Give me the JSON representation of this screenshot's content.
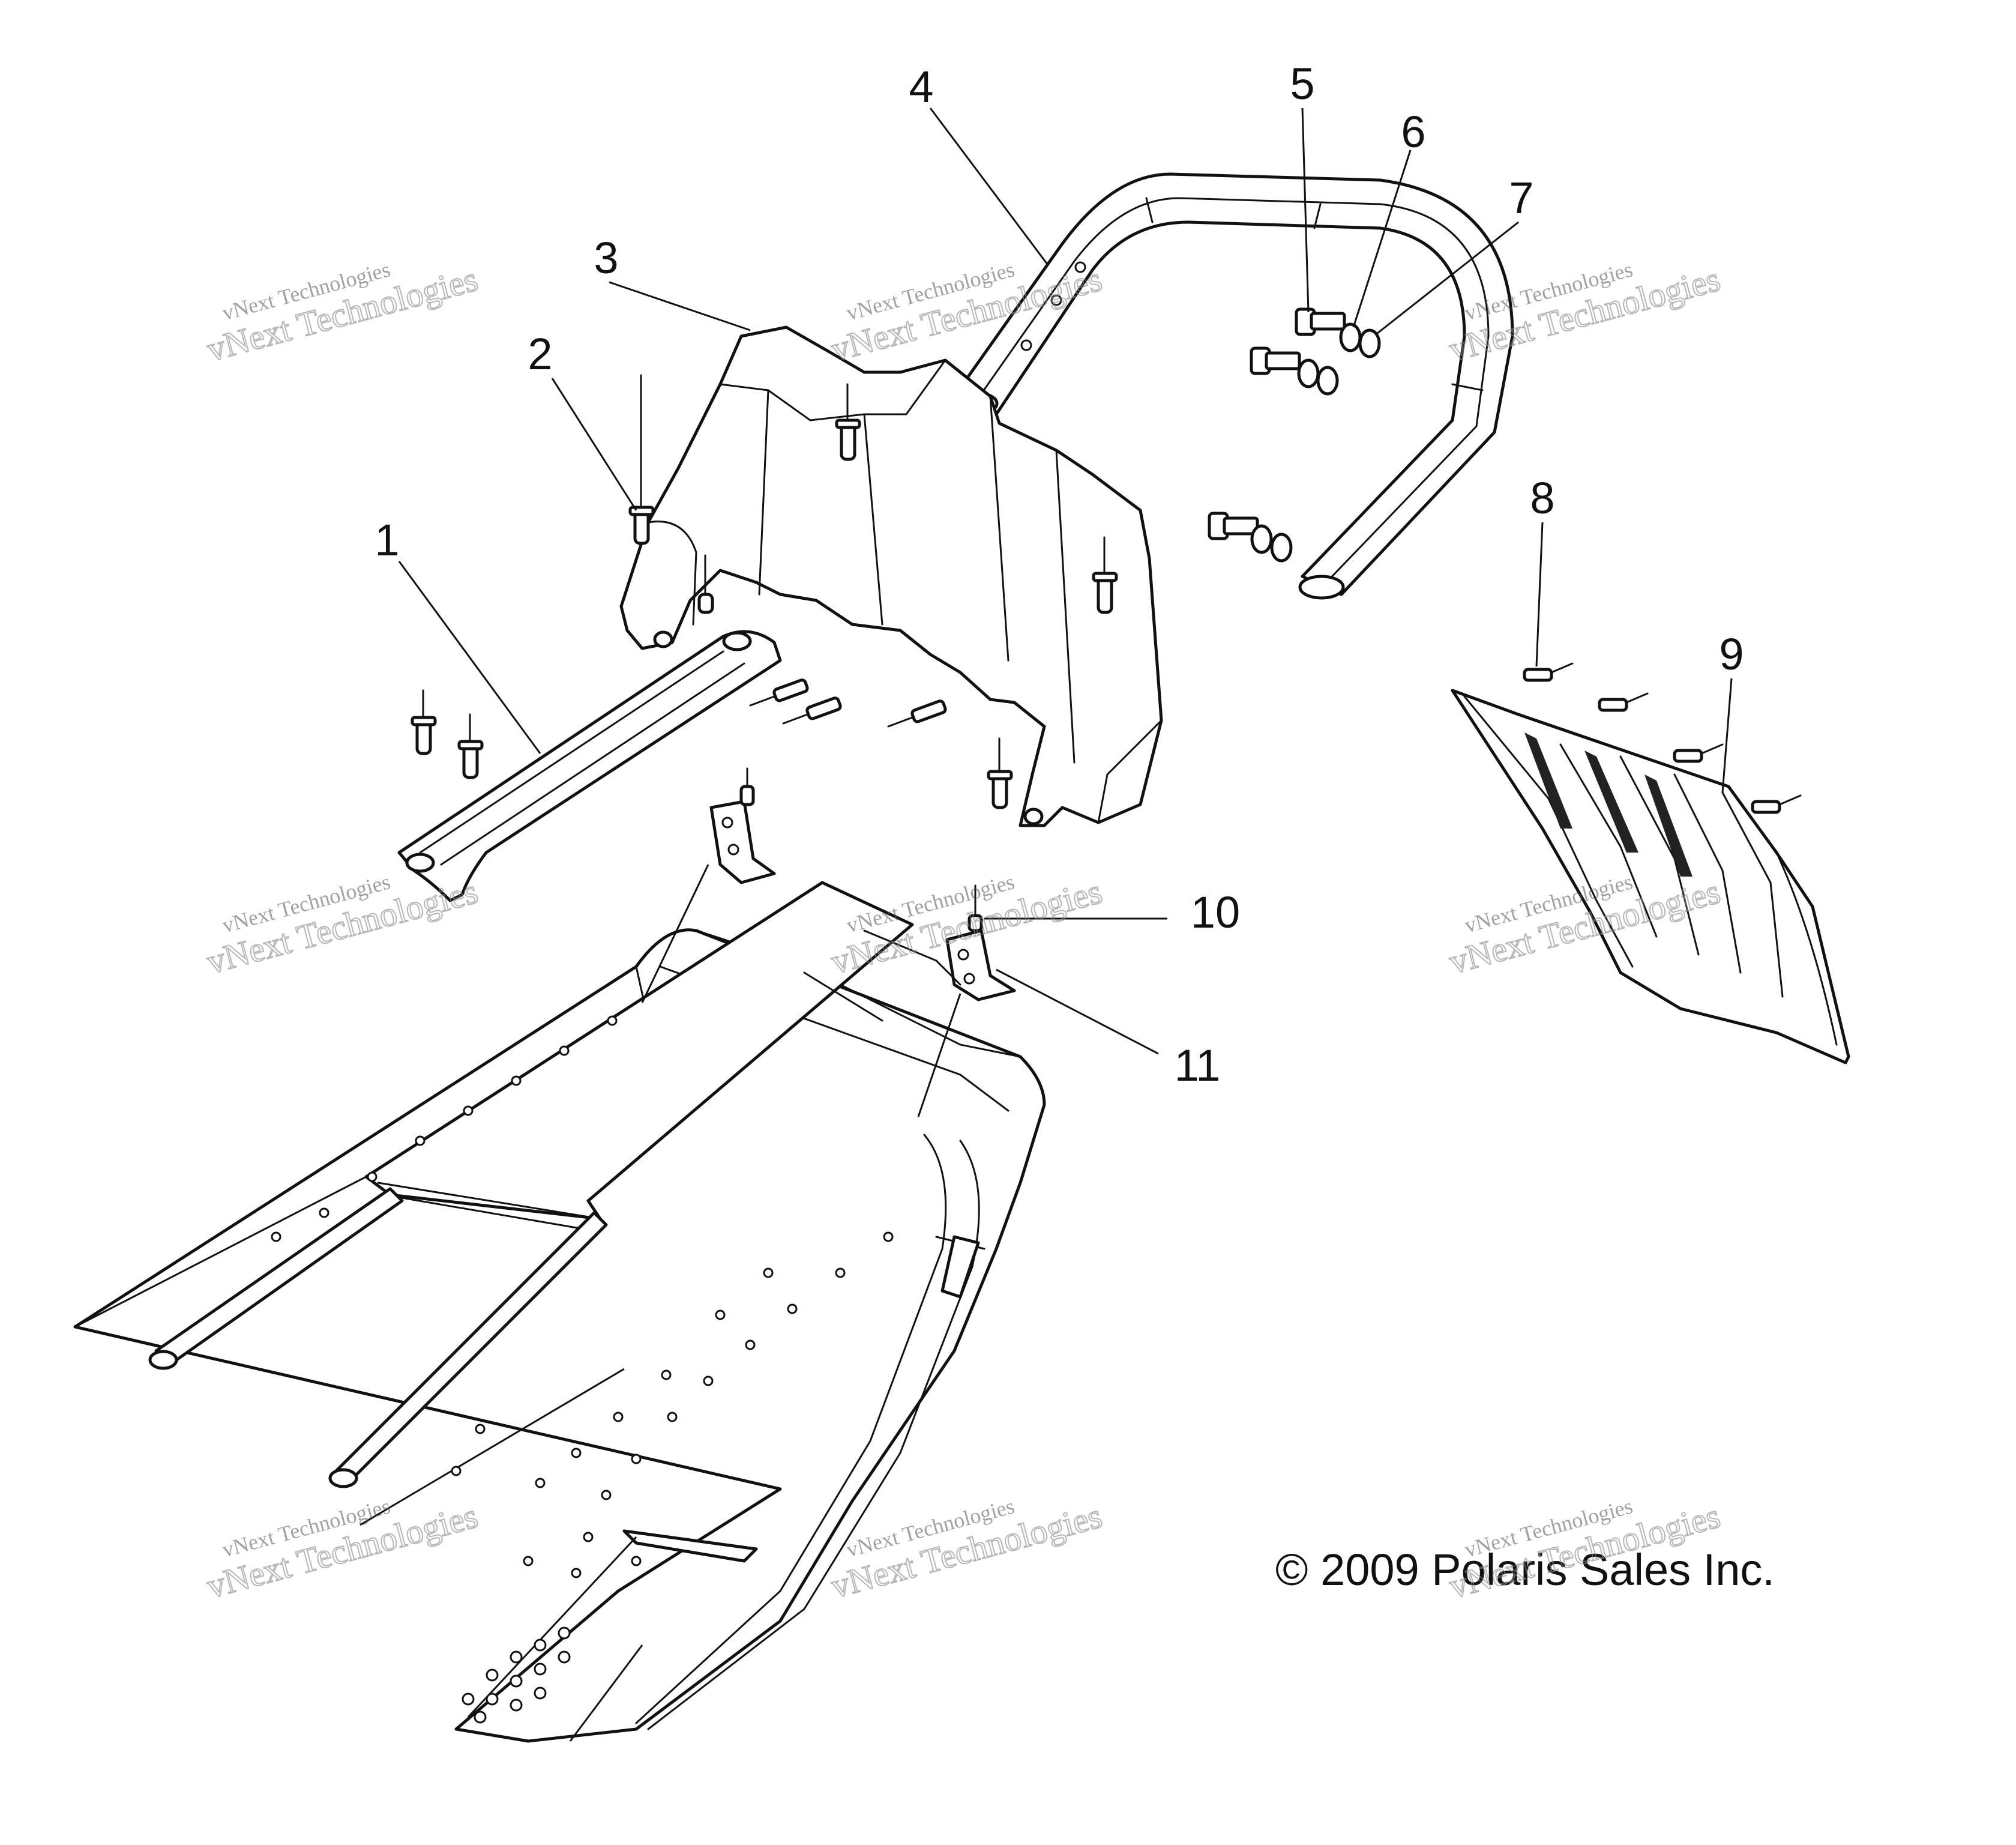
{
  "diagram": {
    "callouts": [
      {
        "id": "1",
        "label": "1"
      },
      {
        "id": "2",
        "label": "2"
      },
      {
        "id": "3",
        "label": "3"
      },
      {
        "id": "4",
        "label": "4"
      },
      {
        "id": "5",
        "label": "5"
      },
      {
        "id": "6",
        "label": "6"
      },
      {
        "id": "7",
        "label": "7"
      },
      {
        "id": "8",
        "label": "8"
      },
      {
        "id": "9",
        "label": "9"
      },
      {
        "id": "10",
        "label": "10"
      },
      {
        "id": "11",
        "label": "11"
      }
    ],
    "copyright": "© 2009 Polaris Sales Inc.",
    "watermark": {
      "line1": "vNext Technologies",
      "line2": "vNext Technologies"
    }
  }
}
